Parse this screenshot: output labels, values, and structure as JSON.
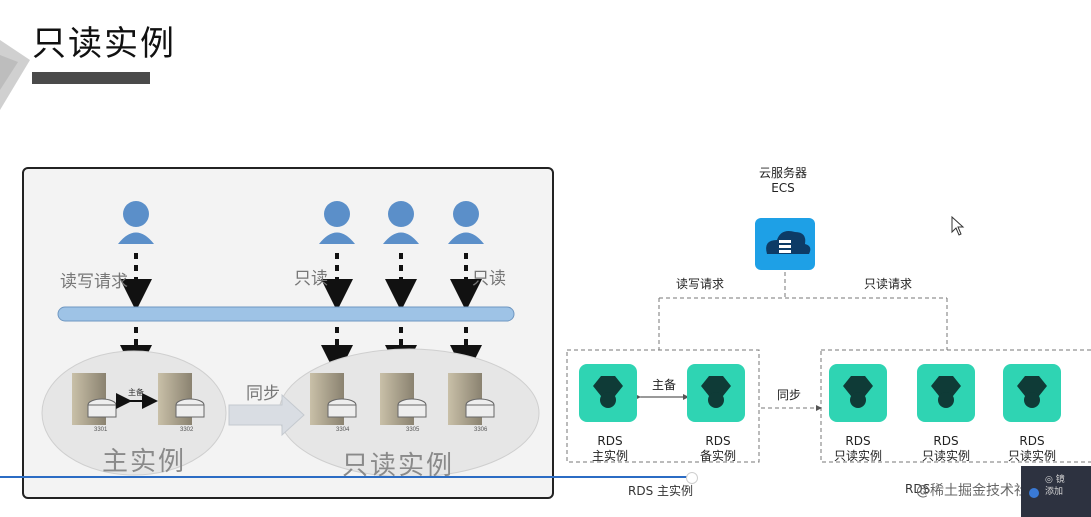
{
  "slide": {
    "title": "只读实例",
    "left": {
      "rw_request": "读写请求",
      "readonly_left": "只读",
      "readonly_right": "只读",
      "primary_switch": "主备",
      "sync": "同步",
      "primary_instance": "主实例",
      "readonly_instance": "只读实例",
      "server_ids": [
        "3301",
        "3302",
        "3304",
        "3305",
        "3306"
      ]
    },
    "right": {
      "ecs_line1": "云服务器",
      "ecs_line2": "ECS",
      "rw_request": "读写请求",
      "ro_request": "只读请求",
      "primary_standby": "主备",
      "sync": "同步",
      "rds_primary": [
        "RDS",
        "主实例"
      ],
      "rds_standby": [
        "RDS",
        "备实例"
      ],
      "rds_readonly": [
        "RDS",
        "只读实例"
      ]
    }
  },
  "overlay": {
    "player_caption_left": "RDS 主实例",
    "player_caption_right": "RDS",
    "watermark": "@稀土掘金技术社区",
    "thumb_text": [
      "◎ 镜",
      "添加"
    ]
  },
  "colors": {
    "teal": "#2fd4b3",
    "ecs_blue": "#1ea0e6",
    "user_blue": "#5b8fc9",
    "bus_blue": "#9ec3e6"
  }
}
